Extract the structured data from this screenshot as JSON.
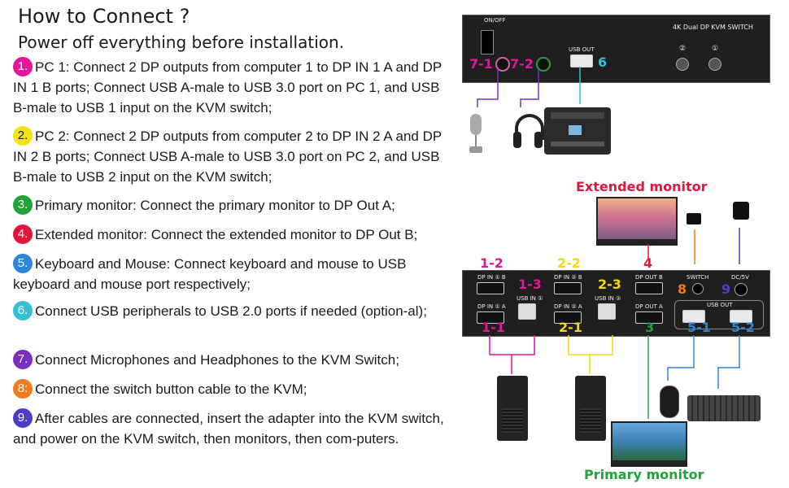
{
  "header": {
    "title": "How to Connect ?",
    "subtitle": "Power off everything before installation."
  },
  "steps": [
    {
      "num": "1.",
      "color": "#e6159a",
      "text": "PC 1: Connect 2 DP outputs from computer 1 to DP IN 1 A and DP IN 1 B ports; Connect USB A-male to USB 3.0 port on PC 1, and USB B-male to USB 1 input on the KVM switch;"
    },
    {
      "num": "2.",
      "color": "#f5e11a",
      "text": "PC 2: Connect 2 DP outputs from computer 2 to DP IN 2 A and DP IN 2 B ports; Connect USB A-male to USB 3.0 port on PC 2, and USB B-male to USB 2 input on the KVM switch;"
    },
    {
      "num": "3.",
      "color": "#22a33a",
      "text": "Primary monitor: Connect the primary monitor to DP Out A;"
    },
    {
      "num": "4.",
      "color": "#e0173c",
      "text": "Extended monitor: Connect the extended monitor to DP Out B;"
    },
    {
      "num": "5.",
      "color": "#2d86d8",
      "text": "Keyboard and Mouse: Connect keyboard and mouse to USB keyboard and mouse port respectively;"
    },
    {
      "num": "6.",
      "color": "#35c0d9",
      "text": "Connect USB peripherals to USB 2.0 ports if needed (option-al);"
    },
    {
      "num": "7.",
      "color": "#7a2fc0",
      "text": "Connect Microphones and Headphones to the KVM Switch;"
    },
    {
      "num": "8:",
      "color": "#f07a1e",
      "text": "Connect the switch button cable to the KVM;"
    },
    {
      "num": "9.",
      "color": "#4b3ec6",
      "text": "After cables are connected,  insert the adapter into the KVM switch, and power on the KVM switch, then monitors, then com-puters."
    }
  ],
  "diagram": {
    "front_panel": {
      "onoff": "ON/OFF",
      "model": "4K Dual DP KVM SWITCH",
      "usb_out": "USB OUT",
      "btn2": "②",
      "btn1": "①",
      "label_7_1": "7-1",
      "label_7_2": "7-2",
      "label_6": "6"
    },
    "extended_monitor_label": "Extended monitor",
    "primary_monitor_label": "Primary monitor",
    "rear_panel": {
      "dp_in_1b": "DP IN ① B",
      "dp_in_2b": "DP IN ② B",
      "dp_out_b": "DP OUT B",
      "switch": "SWITCH",
      "dc5v": "DC/5V",
      "usb_in_1": "USB IN ①",
      "usb_in_2": "USB IN ②",
      "usb_out": "USB OUT",
      "dp_in_1a": "DP IN ① A",
      "dp_in_2a": "DP IN ② A",
      "dp_out_a": "DP OUT A"
    },
    "callouts": {
      "c1_2": "1-2",
      "c2_2": "2-2",
      "c4": "4",
      "c1_3": "1-3",
      "c2_3": "2-3",
      "c8": "8",
      "c9": "9",
      "c1_1": "1-1",
      "c2_1": "2-1",
      "c3": "3",
      "c5_1": "5-1",
      "c5_2": "5-2"
    },
    "colors": {
      "magenta": "#e6159a",
      "yellow": "#f5d80f",
      "green": "#22a33a",
      "red": "#e0173c",
      "blue": "#2d86d8",
      "cyan": "#35c0d9",
      "purple": "#7a2fc0",
      "orange": "#f07a1e",
      "indigo": "#4b3ec6"
    }
  }
}
